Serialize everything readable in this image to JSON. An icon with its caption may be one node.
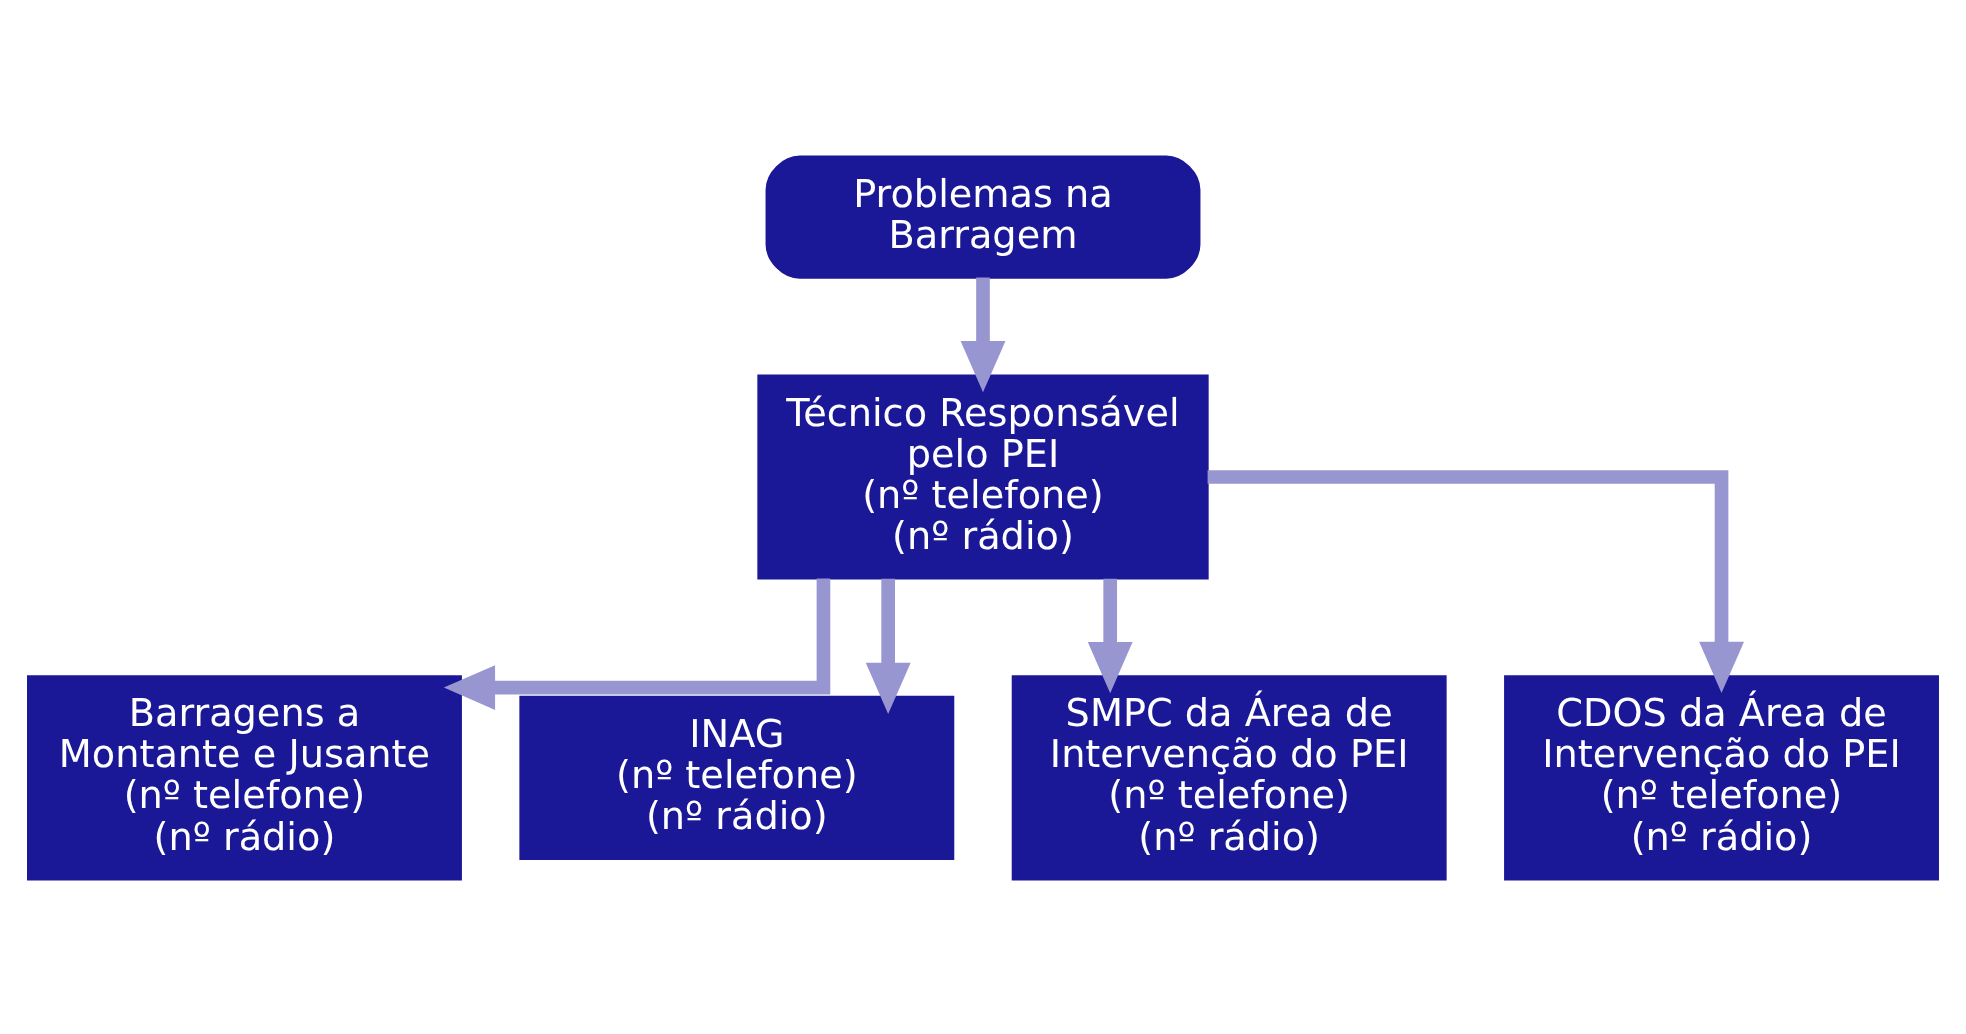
{
  "diagram": {
    "nodes": [
      {
        "text": [
          "Problemas na Barragem"
        ]
      },
      {
        "text": [
          "Técnico Responsável pelo PEI",
          "(nº telefone)",
          "(nº rádio)"
        ]
      },
      {
        "text": [
          "Barragens a Montante e Jusante",
          "(nº telefone)",
          "(nº rádio)"
        ]
      },
      {
        "text": [
          "INAG",
          "(nº telefone)",
          "(nº rádio)"
        ]
      },
      {
        "text": [
          "SMPC da Área de Intervenção do PEI",
          "(nº telefone)",
          "(nº rádio)"
        ]
      },
      {
        "text": [
          "CDOS da Área de Intervenção do PEI",
          "(nº telefone)",
          "(nº rádio)"
        ]
      }
    ],
    "edges": [
      {
        "from": 0,
        "to": 1,
        "arrow": "to"
      },
      {
        "from": 1,
        "to": 2,
        "arrow": "to"
      },
      {
        "from": 1,
        "to": 3,
        "arrow": "to"
      },
      {
        "from": 1,
        "to": 4,
        "arrow": "to"
      },
      {
        "from": 1,
        "to": 5,
        "arrow": "to"
      }
    ]
  }
}
